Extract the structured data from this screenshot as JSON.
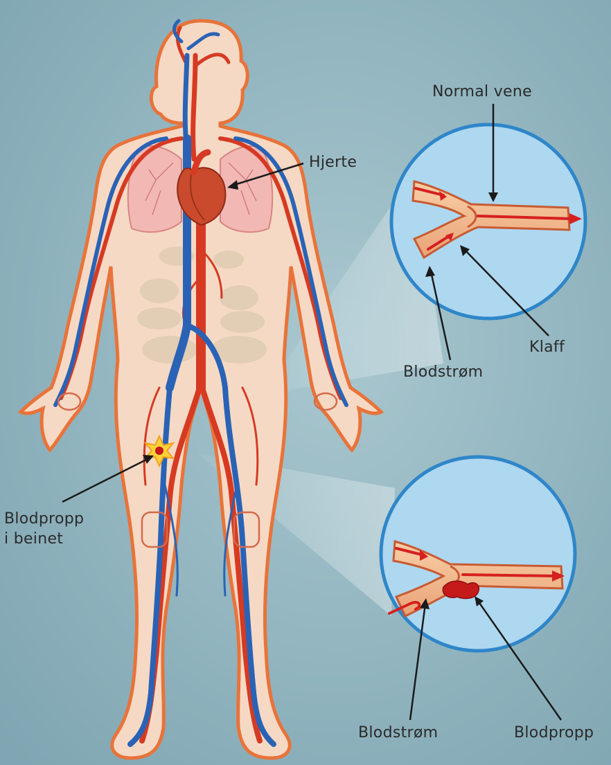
{
  "labels": {
    "normal_vein": "Normal vene",
    "heart": "Hjerte",
    "valve": "Klaff",
    "blood_flow_top": "Blodstrøm",
    "clot_leg_line1": "Blodpropp",
    "clot_leg_line2": "i beinet",
    "blood_flow_bottom": "Blodstrøm",
    "blood_clot": "Blodpropp"
  },
  "colors": {
    "background": "#8fb3bd",
    "skin": "#f6d9c4",
    "skin_outline": "#e8733a",
    "artery": "#d63a22",
    "vein": "#2a63b5",
    "circle_fill": "#aed7f0",
    "circle_border": "#2f86c9",
    "clot": "#c41a1a",
    "star": "#ffd23a"
  }
}
